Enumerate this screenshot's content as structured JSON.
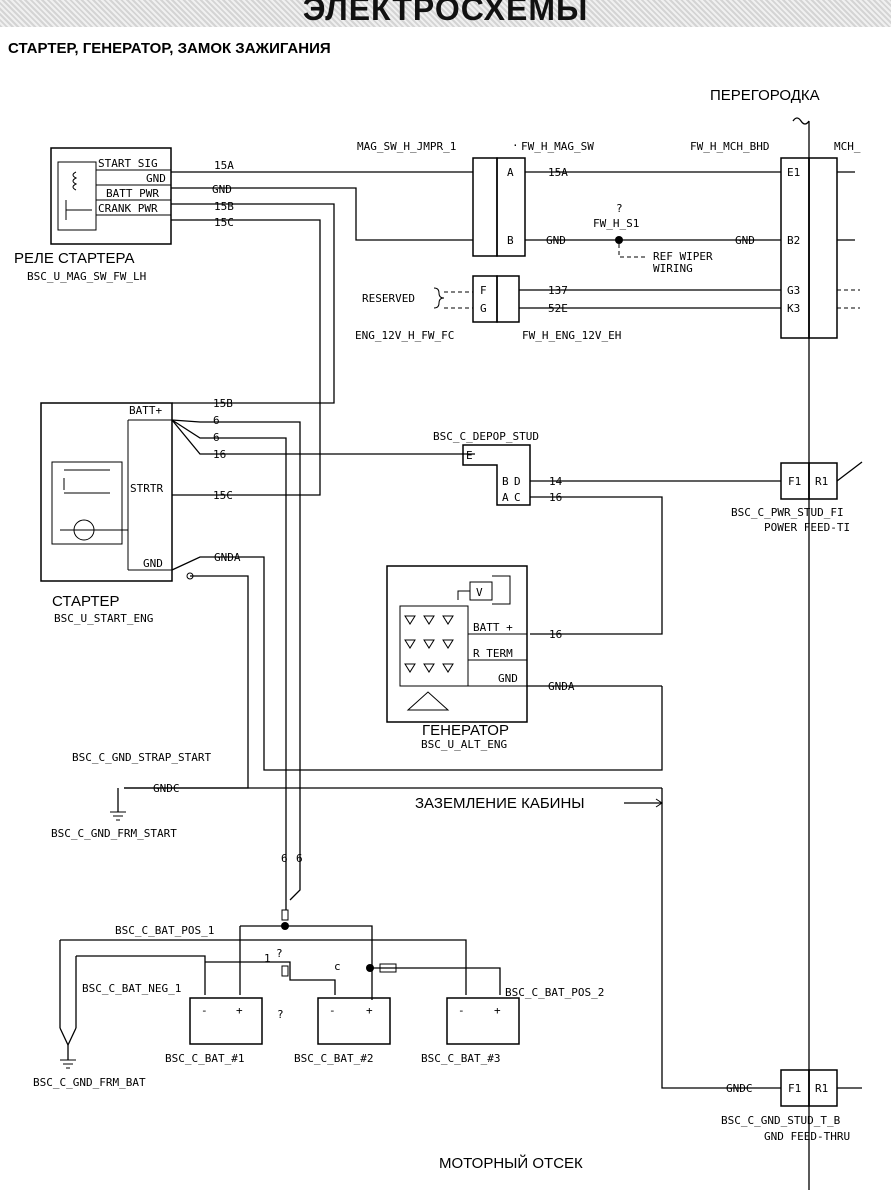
{
  "header": {
    "title": "ЭЛЕКТРОСХЕМЫ"
  },
  "subtitle": "СТАРТЕР, ГЕНЕРАТОР, ЗАМОК ЗАЖИГАНИЯ",
  "zones": {
    "bulkhead": "ПЕРЕГОРОДКА",
    "cab_ground": "ЗАЗЕМЛЕНИЕ КАБИНЫ",
    "engine_bay": "МОТОРНЫЙ ОТСЕК"
  },
  "relay": {
    "title": "РЕЛЕ СТАРТЕРА",
    "code": "BSC_U_MAG_SW_FW_LH",
    "pins": [
      "START SIG",
      "GND",
      "BATT PWR",
      "CRANK PWR"
    ],
    "wires": [
      "15A",
      "GND",
      "15B",
      "15C"
    ]
  },
  "connectors": {
    "jumper": "MAG_SW_H_JMPR_1",
    "fw_mag": "FW_H_MAG_SW",
    "fw_mch": "FW_H_MCH_BHD",
    "mch": "MCH_",
    "pin_a": "A",
    "pin_b": "B",
    "wire_a": "15A",
    "wire_b": "GND",
    "wire_gnd2": "GND",
    "splice_q": "?",
    "splice": "FW_H_S1",
    "ref_wiper_1": "REF WIPER",
    "ref_wiper_2": "WIRING",
    "bulk_pins": [
      "E1",
      "B2",
      "G3",
      "K3"
    ],
    "reserved": "RESERVED",
    "pin_f": "F",
    "pin_g": "G",
    "wire_137": "137",
    "wire_52e": "52E",
    "eng_left": "ENG_12V_H_FW_FC",
    "eng_right": "FW_H_ENG_12V_EH"
  },
  "starter": {
    "title": "СТАРТЕР",
    "code": "BSC_U_START_ENG",
    "pin_batt": "BATT+",
    "pin_strtr": "STRTR",
    "pin_gnd": "GND",
    "wires": [
      "15B",
      "6",
      "6",
      "16",
      "15C",
      "GNDA"
    ]
  },
  "depop": {
    "title": "BSC_C_DEPOP_STUD",
    "pin_e": "E",
    "pin_b": "B",
    "pin_d": "D",
    "pin_a": "A",
    "pin_c": "C",
    "wire_14": "14",
    "wire_16": "16"
  },
  "pwr_stud": {
    "pin_f1": "F1",
    "pin_r1": "R1",
    "code": "BSC_C_PWR_STUD_FІ",
    "label": "POWER FEED-TI"
  },
  "generator": {
    "title": "ГЕНЕРАТОР",
    "code": "BSC_U_ALT_ENG",
    "meter": "V",
    "pin_batt": "BATT +",
    "pin_rterm": "R TERM",
    "pin_gnd": "GND",
    "wire_16": "16",
    "wire_gnda": "GNDA"
  },
  "ground": {
    "strap": "BSC_C_GND_STRAP_START",
    "frm_start": "BSC_C_GND_FRM_START",
    "wire_gndc": "GNDC",
    "frm_bat": "BSC_C_GND_FRM_BAT",
    "gnd_stud_wire": "GNDC",
    "gnd_stud_code": "BSC_C_GND_STUD_T_B",
    "gnd_stud_label": "GND FEED-THRU",
    "pin_f1": "F1",
    "pin_r1": "R1"
  },
  "battery": {
    "pos_1": "BSC_C_BAT_POS_1",
    "neg_1": "BSC_C_BAT_NEG_1",
    "pos_2": "BSC_C_BAT_POS_2",
    "bat_1": "BSC_C_BAT_#1",
    "bat_2": "BSC_C_BAT_#2",
    "bat_3": "BSC_C_BAT_#3",
    "wires_6": [
      "6",
      "6"
    ],
    "wire_1": "1",
    "q1": "?",
    "q2": "?",
    "minus": "-",
    "plus": "+"
  }
}
